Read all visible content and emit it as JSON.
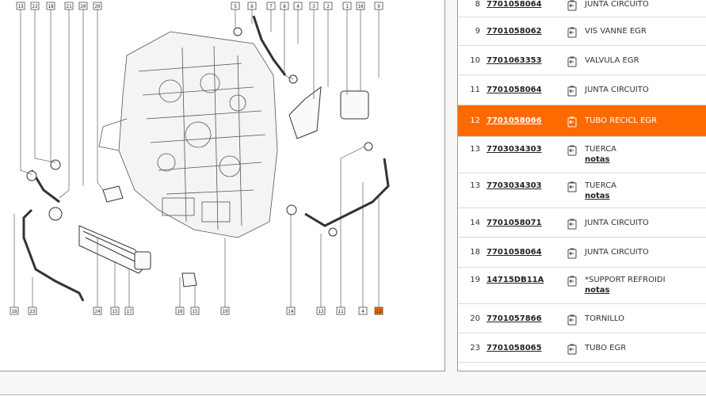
{
  "diagram": {
    "top_labels": [
      "13",
      "22",
      "18",
      "21",
      "20",
      "20",
      "5",
      "6",
      "7",
      "8",
      "4",
      "3",
      "2",
      "1",
      "10",
      "9"
    ],
    "bottom_labels": [
      "18",
      "23",
      "24",
      "15",
      "17",
      "16",
      "15",
      "19",
      "14",
      "13",
      "11",
      "4",
      "12"
    ]
  },
  "parts": [
    {
      "num": "8",
      "ref": "7701058064",
      "desc": "JUNTA CIRCUITO",
      "notes": ""
    },
    {
      "num": "9",
      "ref": "7701058062",
      "desc": "VIS VANNE EGR",
      "notes": ""
    },
    {
      "num": "10",
      "ref": "7701063353",
      "desc": "VALVULA EGR",
      "notes": ""
    },
    {
      "num": "11",
      "ref": "7701058064",
      "desc": "JUNTA CIRCUITO",
      "notes": ""
    },
    {
      "num": "12",
      "ref": "7701058066",
      "desc": "TUBO RECICL EGR",
      "notes": ""
    },
    {
      "num": "13",
      "ref": "7703034303",
      "desc": "TUERCA",
      "notes": "notas"
    },
    {
      "num": "13",
      "ref": "7703034303",
      "desc": "TUERCA",
      "notes": "notas"
    },
    {
      "num": "14",
      "ref": "7701058071",
      "desc": "JUNTA CIRCUITO",
      "notes": ""
    },
    {
      "num": "18",
      "ref": "7701058064",
      "desc": "JUNTA CIRCUITO",
      "notes": ""
    },
    {
      "num": "19",
      "ref": "14715DB11A",
      "desc": "*SUPPORT REFROIDI",
      "notes": "notas"
    },
    {
      "num": "20",
      "ref": "7701057866",
      "desc": "TORNILLO",
      "notes": ""
    },
    {
      "num": "23",
      "ref": "7701058065",
      "desc": "TUBO EGR",
      "notes": ""
    }
  ],
  "colors": {
    "selected": "#ff6a00",
    "line": "#333333"
  }
}
